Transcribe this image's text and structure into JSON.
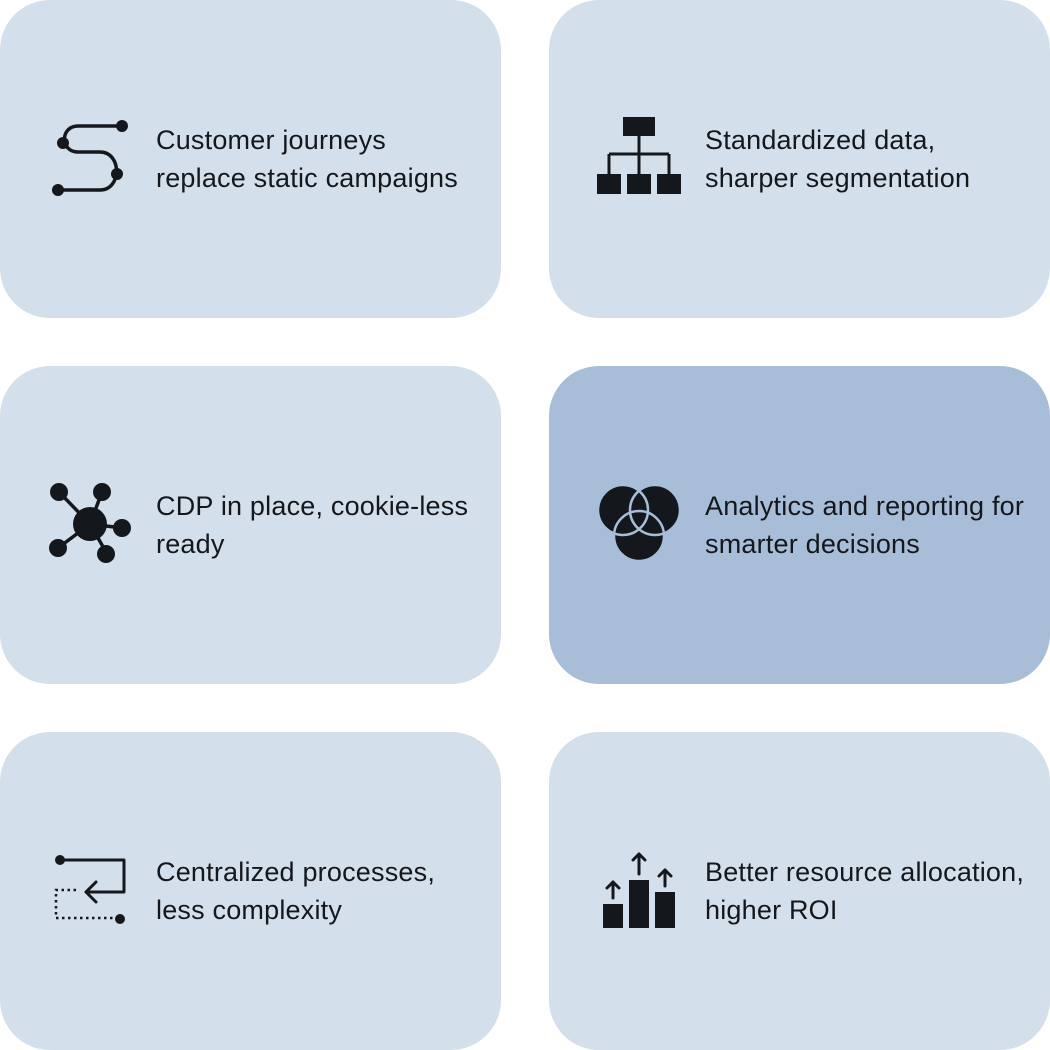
{
  "cards": [
    {
      "icon": "journey-path-icon",
      "label": "Customer journeys replace static campaigns",
      "highlighted": false
    },
    {
      "icon": "hierarchy-icon",
      "label": "Standardized data, sharper segmentation",
      "highlighted": false
    },
    {
      "icon": "network-hub-icon",
      "label": "CDP in place, cookie-less ready",
      "highlighted": false
    },
    {
      "icon": "venn-circles-icon",
      "label": "Analytics and reporting for smarter decisions",
      "highlighted": true
    },
    {
      "icon": "return-arrow-icon",
      "label": "Centralized processes, less complexity",
      "highlighted": false
    },
    {
      "icon": "growth-bars-icon",
      "label": "Better resource allocation, higher ROI",
      "highlighted": false
    }
  ],
  "colors": {
    "card_background": "#d3dfea",
    "card_highlight_background": "#a8bed8",
    "icon_and_text": "#14171c"
  }
}
